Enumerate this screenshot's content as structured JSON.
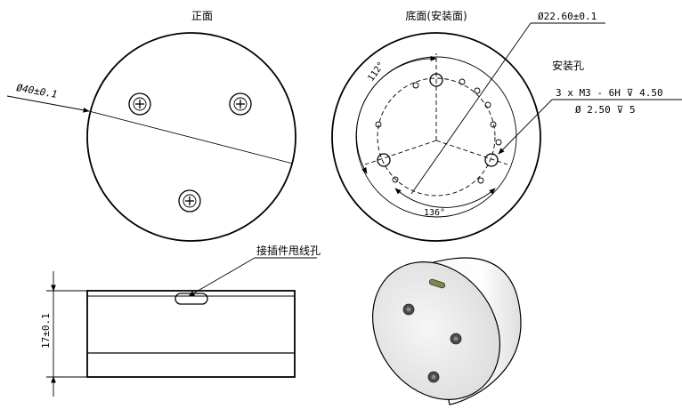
{
  "views": {
    "front_title": "正面",
    "bottom_title": "底面(安装面)"
  },
  "dimensions": {
    "outer_diameter": "Ø40±0.1",
    "bolt_circle": "Ø22.60±0.1",
    "height": "17±0.1",
    "angle_top": "112°",
    "angle_bottom": "136°"
  },
  "notes": {
    "mount_holes_title": "安装孔",
    "mount_holes_line1": "3 x  M3 - 6H ⊽ 4.50",
    "mount_holes_line2": "Ø 2.50 ⊽ 5",
    "connector_hole": "接插件甩线孔"
  }
}
